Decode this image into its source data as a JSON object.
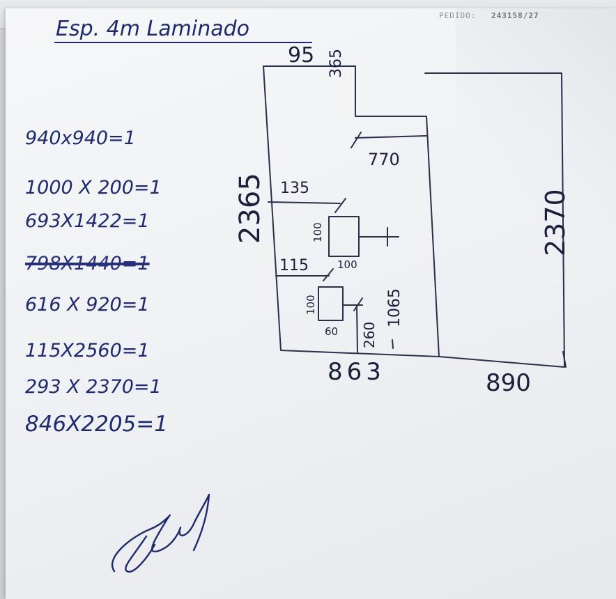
{
  "header": {
    "pedido_label": "PEDIDO:",
    "pedido_number": "243158/27"
  },
  "note": {
    "title": "Esp. 4m Laminado"
  },
  "cut_list": [
    "940x940=1",
    "1000 X 200=1",
    "693X1422=1",
    "798X1440=1",
    "616 X 920=1",
    "115X2560=1",
    "293 X 2370=1",
    "846X2205=1"
  ],
  "sketch": {
    "dims": {
      "top_width": "95",
      "notch_depth": "365",
      "notch_width": "770",
      "left_height": "2365",
      "hole1_offset": "135",
      "hole1_height": "100",
      "hole1_width": "100",
      "hole2_offset": "115",
      "hole2_height": "100",
      "hole2_width": "60",
      "bottom_offset": "260",
      "vertical_1065": "1065",
      "bottom_width": "863",
      "right_panel_height": "2370",
      "right_panel_width": "890"
    }
  },
  "colors": {
    "ink": "#1f2a6e",
    "pencil": "#1a1f3a",
    "paper": "#f2f4f6"
  }
}
